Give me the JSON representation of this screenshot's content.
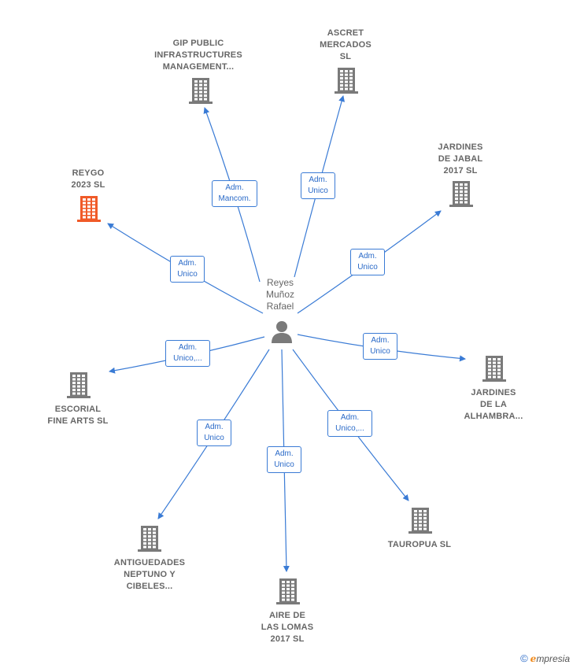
{
  "center": {
    "name": "Reyes\nMuñoz\nRafael",
    "icon": "person-icon"
  },
  "colors": {
    "line": "#3a7bd5",
    "building": "#7a7a7a",
    "highlight": "#f05a28"
  },
  "companies": [
    {
      "id": "gip",
      "label": "GIP PUBLIC\nINFRASTRUCTURES\nMANAGEMENT...",
      "role": "Adm.\nMancom.",
      "highlight": false
    },
    {
      "id": "ascret",
      "label": "ASCRET\nMERCADOS\nSL",
      "role": "Adm.\nUnico",
      "highlight": false
    },
    {
      "id": "jabal",
      "label": "JARDINES\nDE JABAL\n2017  SL",
      "role": "Adm.\nUnico",
      "highlight": false
    },
    {
      "id": "reygo",
      "label": "REYGO\n2023  SL",
      "role": "Adm.\nUnico",
      "highlight": true
    },
    {
      "id": "alhambra",
      "label": "JARDINES\nDE LA\nALHAMBRA...",
      "role": "Adm.\nUnico",
      "highlight": false
    },
    {
      "id": "escorial",
      "label": "ESCORIAL\nFINE ARTS  SL",
      "role": "Adm.\nUnico,...",
      "highlight": false
    },
    {
      "id": "tauropua",
      "label": "TAUROPUA SL",
      "role": "Adm.\nUnico,...",
      "highlight": false
    },
    {
      "id": "antiguedades",
      "label": "ANTIGUEDADES\nNEPTUNO Y\nCIBELES...",
      "role": "Adm.\nUnico",
      "highlight": false
    },
    {
      "id": "airelomas",
      "label": "AIRE DE\nLAS LOMAS\n2017  SL",
      "role": "Adm.\nUnico",
      "highlight": false
    }
  ],
  "footer": {
    "copyright": "©",
    "brand_initial": "e",
    "brand_rest": "mpresia"
  }
}
